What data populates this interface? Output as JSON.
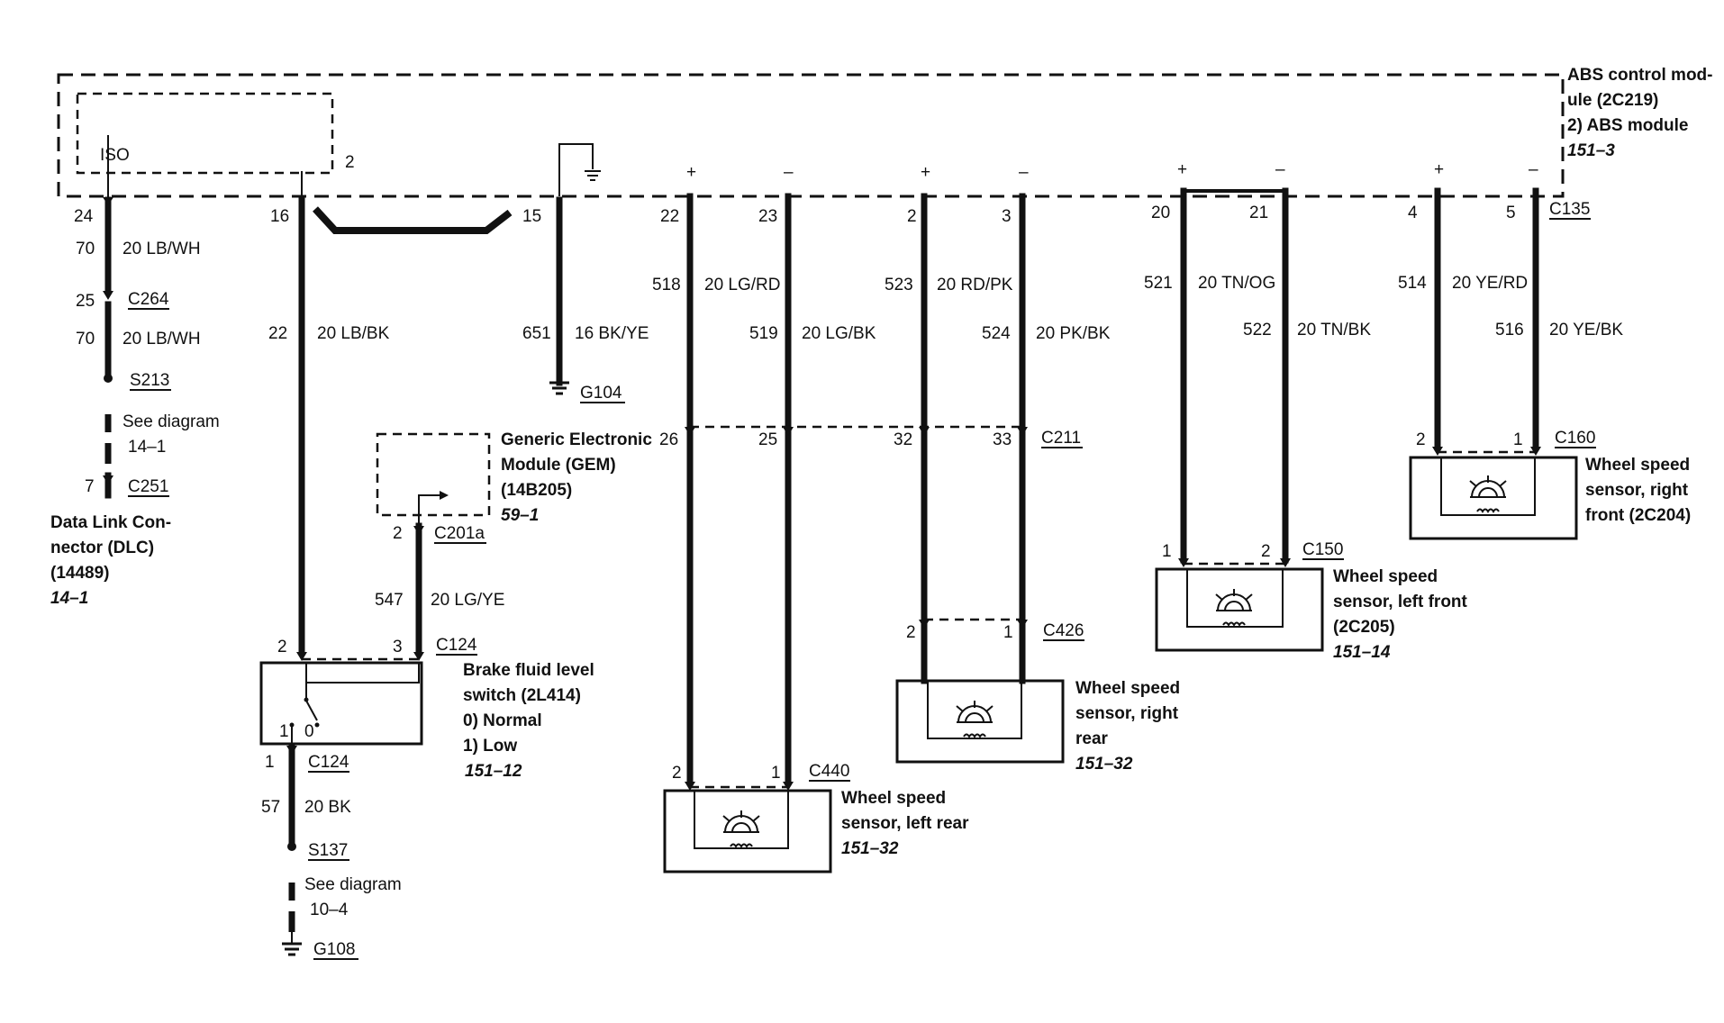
{
  "abs_module": {
    "line1": "ABS control mod-",
    "line2": "ule (2C219)",
    "line3": "2)   ABS module",
    "ref": "151–3",
    "iso": "ISO",
    "pin_label": "2",
    "pins": [
      "24",
      "16",
      "15",
      "22",
      "23",
      "2",
      "3",
      "20",
      "21",
      "4",
      "5"
    ],
    "polarity": [
      "+",
      "–",
      "+",
      "–",
      "+",
      "–",
      "+",
      "–"
    ],
    "connector": "C135"
  },
  "dlc_circuit": {
    "pin_top": "24",
    "wires": [
      {
        "circuit": "70",
        "spec": "20 LB/WH"
      },
      {
        "circuit": "70",
        "spec": "20 LB/WH"
      }
    ],
    "connector_pin": "25",
    "connector": "C264",
    "splice": "S213",
    "see_diagram": "See diagram",
    "see_ref": "14–1",
    "dlc_pin": "7",
    "dlc_connector": "C251",
    "dlc_name_1": "Data Link Con-",
    "dlc_name_2": "nector (DLC)",
    "dlc_name_3": "(14489)",
    "dlc_ref": "14–1"
  },
  "brake_circuit": {
    "pin_top": "16",
    "circuit": "22",
    "spec": "20 LB/BK",
    "switch_pin_2": "2",
    "switch_pin_3": "3",
    "switch_connector": "C124",
    "switch_name_1": "Brake fluid level",
    "switch_name_2": "switch (2L414)",
    "state_0": "0)   Normal",
    "state_1": "1)   Low",
    "switch_ref": "151–12",
    "switch_pos_1": "1",
    "switch_pos_0": "0",
    "gem_name_1": "Generic Electronic",
    "gem_name_2": "Module (GEM)",
    "gem_name_3": "(14B205)",
    "gem_ref": "59–1",
    "gem_pin": "2",
    "gem_connector": "C201a",
    "gem_circuit": "547",
    "gem_spec": "20 LG/YE",
    "ground_pin": "1",
    "ground_connector": "C124",
    "ground_circuit": "57",
    "ground_spec": "20 BK",
    "splice": "S137",
    "see_diagram": "See diagram",
    "see_ref": "10–4",
    "ground": "G108"
  },
  "ground_15": {
    "pin": "15",
    "circuit": "651",
    "spec": "16 BK/YE",
    "ground": "G104"
  },
  "wires": {
    "w22": {
      "circuit": "518",
      "spec": "20 LG/RD"
    },
    "w23": {
      "circuit": "519",
      "spec": "20 LG/BK"
    },
    "w2": {
      "circuit": "523",
      "spec": "20 RD/PK"
    },
    "w3": {
      "circuit": "524",
      "spec": "20 PK/BK"
    },
    "w20": {
      "circuit": "521",
      "spec": "20 TN/OG"
    },
    "w21": {
      "circuit": "522",
      "spec": "20 TN/BK"
    },
    "w4": {
      "circuit": "514",
      "spec": "20 YE/RD"
    },
    "w5": {
      "circuit": "516",
      "spec": "20 YE/BK"
    }
  },
  "c211": {
    "connector": "C211",
    "pins": [
      "26",
      "25",
      "32",
      "33"
    ]
  },
  "sensors": {
    "left_rear": {
      "pin_a": "2",
      "pin_b": "1",
      "connector": "C440",
      "name_1": "Wheel speed",
      "name_2": "sensor, left rear",
      "ref": "151–32"
    },
    "right_rear": {
      "pin_a": "2",
      "pin_b": "1",
      "connector": "C426",
      "name_1": "Wheel speed",
      "name_2": "sensor, right",
      "name_3": "rear",
      "ref": "151–32"
    },
    "left_front": {
      "pin_a": "1",
      "pin_b": "2",
      "connector": "C150",
      "name_1": "Wheel speed",
      "name_2": "sensor, left front",
      "name_3": "(2C205)",
      "ref": "151–14"
    },
    "right_front": {
      "pin_a": "2",
      "pin_b": "1",
      "connector": "C160",
      "name_1": "Wheel speed",
      "name_2": "sensor, right",
      "name_3": "front (2C204)"
    }
  }
}
